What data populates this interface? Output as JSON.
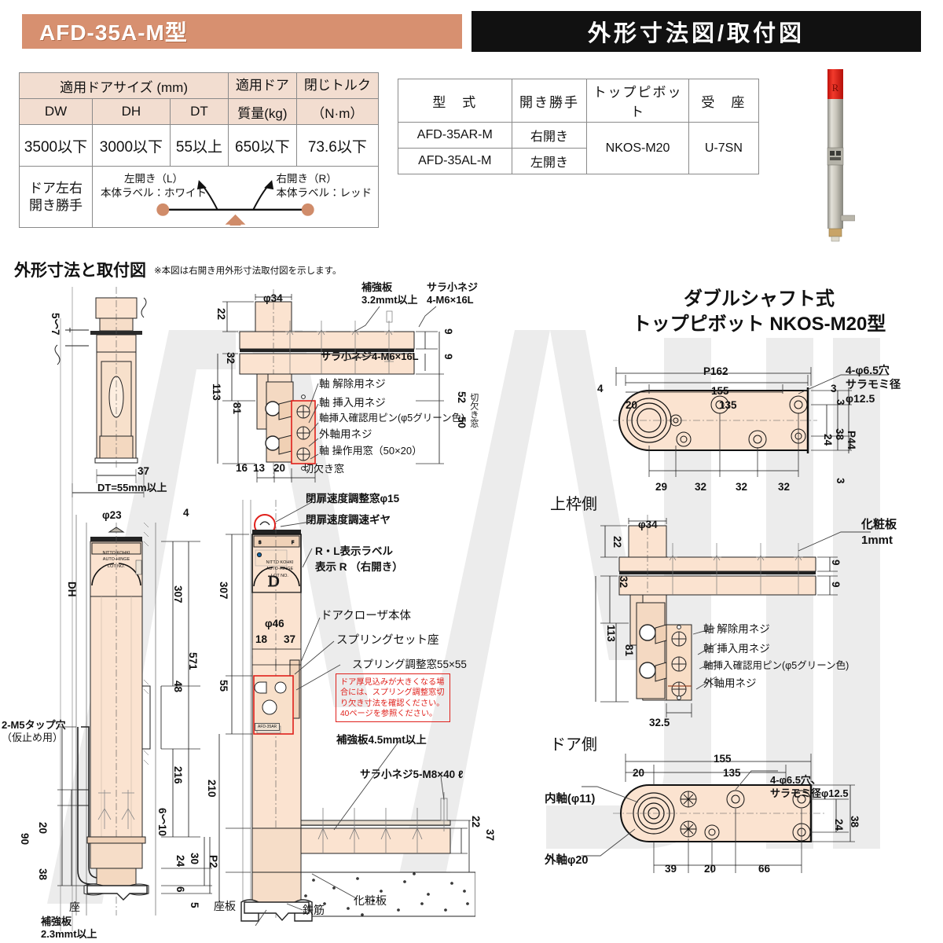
{
  "header": {
    "model_title": "AFD-35A-M型",
    "section_title": "外形寸法図/取付図"
  },
  "size_table": {
    "group_header": "適用ドアサイズ (mm)",
    "col_mass": "適用ドア\n質量(kg)",
    "col_mass_l1": "適用ドア",
    "col_mass_l2": "質量(kg)",
    "col_torque_l1": "閉じトルク",
    "col_torque_l2": "（N·m）",
    "sub_headers": [
      "DW",
      "DH",
      "DT"
    ],
    "values": [
      "3500以下",
      "3000以下",
      "55以上",
      "650以下",
      "73.6以下"
    ],
    "direction_label_l1": "ドア左右",
    "direction_label_l2": "開き勝手",
    "left_open_l1": "左開き（L）",
    "left_open_l2": "本体ラベル：ホワイト",
    "right_open_l1": "右開き（R）",
    "right_open_l2": "本体ラベル：レッド"
  },
  "model_table": {
    "headers": [
      "型　式",
      "開き勝手",
      "トップピボット",
      "受　座"
    ],
    "rows": [
      {
        "model": "AFD-35AR-M",
        "hand": "右開き"
      },
      {
        "model": "AFD-35AL-M",
        "hand": "左開き"
      }
    ],
    "top_pivot": "NKOS-M20",
    "seat": "U-7SN"
  },
  "drawing_section": {
    "title": "外形寸法と取付図",
    "note": "※本図は右開き用外形寸法取付図を示します。"
  },
  "pivot_section": {
    "title_l1": "ダブルシャフト式",
    "title_l2": "トップピボット NKOS-M20型"
  },
  "left_view": {
    "dim_5_7": "5～7",
    "dim_37": "37",
    "dim_dt": "DT=55mm以上",
    "dim_dh": "DH",
    "dim_phi23": "φ23",
    "dim_307": "307",
    "dim_571": "571",
    "dim_48": "48",
    "dim_216": "216",
    "dim_6_10": "6～10",
    "dim_24": "24",
    "dim_30": "30",
    "dim_6": "6",
    "dim_5": "5",
    "dim_90": "90",
    "dim_20": "20",
    "dim_38": "38",
    "label_tap_l1": "2-M5タップ穴",
    "label_tap_l2": "（仮止め用）",
    "label_za": "座",
    "label_plate_l1": "補強板",
    "label_plate_l2": "2.3mmt以上"
  },
  "center_view": {
    "dim_phi34": "φ34",
    "dim_22": "22",
    "dim_32": "32",
    "dim_113": "113",
    "dim_81": "81",
    "dim_9a": "9",
    "dim_9b": "9",
    "dim_52": "52",
    "dim_50": "50",
    "dim_16": "16",
    "dim_13": "13",
    "dim_20": "20",
    "dim_307": "307",
    "dim_55": "55",
    "dim_4": "4",
    "dim_phi46": "φ46",
    "dim_18": "18",
    "dim_37": "37",
    "dim_210": "210",
    "dim_p2": "P2",
    "dim_22b": "22",
    "dim_37b": "37",
    "label_reinforce_l1": "補強板",
    "label_reinforce_l2": "3.2mmt以上",
    "label_screw_top_l1": "サラ小ネジ",
    "label_screw_top_l2": "4-M6×16L",
    "label_screw_mid": "サラ小ネジ4-M6×16L",
    "label_shaft_release": "軸 解除用ネジ",
    "label_shaft_insert": "軸 挿入用ネジ",
    "label_confirm_pin": "軸挿入確認用ピン(φ5グリーン色)",
    "label_outer_shaft": "外軸用ネジ",
    "label_operate_window": "軸 操作用窓（50×20）",
    "label_notch_window": "切欠き窓",
    "label_notch_v": "切欠き窓",
    "label_speed_window": "閉扉速度調整窓φ15",
    "label_speed_gear": "閉扉速度調速ギヤ",
    "label_rl_l1": "R・L表示ラベル",
    "label_rl_l2": "表示 R （右開き）",
    "label_body": "ドアクローザ本体",
    "label_spring_seat": "スプリングセット座",
    "label_spring_window": "スプリング調整窓55×55",
    "label_reinforce45": "補強板4.5mmt以上",
    "label_screw_bottom": "サラ小ネジ5-M8×40 ℓ",
    "label_zaita": "座板",
    "label_rebar": "鉄筋",
    "label_facing": "化粧板",
    "warning_l1": "ドア厚見込みが大きくなる場",
    "warning_l2": "合には、スプリング調整窓切",
    "warning_l3": "り欠き寸法を確認ください。",
    "warning_l4": "40ページを参照ください。",
    "body_label_l1": "NITTO KOHKI",
    "body_label_l2": "AUTO-HINGE",
    "body_label_l3": "LOT NO.",
    "body_badge": "D",
    "spring_badge": "AFD-35AR"
  },
  "pivot_top_view": {
    "side_label": "上枠側",
    "dim_p162": "P162",
    "dim_155": "155",
    "dim_135": "135",
    "dim_4": "4",
    "dim_3": "3",
    "dim_20": "20",
    "dim_29": "29",
    "dim_32a": "32",
    "dim_32b": "32",
    "dim_32c": "32",
    "dim_24": "24",
    "dim_38": "38",
    "dim_p44": "P44",
    "dim_3a": "3",
    "dim_3b": "3",
    "label_holes_l1": "4-φ6.5穴",
    "label_holes_l2": "サラモミ径",
    "label_holes_l3": "φ12.5"
  },
  "pivot_side_view": {
    "dim_phi34": "φ34",
    "dim_22": "22",
    "dim_32": "32",
    "dim_113": "113",
    "dim_81": "81",
    "dim_9a": "9",
    "dim_9b": "9",
    "dim_32_5": "32.5",
    "label_facing_l1": "化粧板",
    "label_facing_l2": "1mmt",
    "label_shaft_release": "軸 解除用ネジ",
    "label_shaft_insert": "軸 挿入用ネジ",
    "label_confirm_pin": "軸挿入確認用ピン(φ5グリーン色)",
    "label_outer_shaft": "外軸用ネジ"
  },
  "pivot_door_view": {
    "side_label": "ドア側",
    "dim_155": "155",
    "dim_135": "135",
    "dim_20": "20",
    "dim_39": "39",
    "dim_20b": "20",
    "dim_66": "66",
    "dim_24": "24",
    "dim_38": "38",
    "label_inner_shaft": "内軸(φ11)",
    "label_outer_shaft": "外軸φ20",
    "label_holes_l1": "4-φ6.5穴、",
    "label_holes_l2": "サラモミ径φ12.5"
  },
  "photo": {
    "label_r": "R"
  },
  "colors": {
    "header_peach": "#d79070",
    "header_black": "#111111",
    "table_header_bg": "#f2ddd0",
    "part_fill": "#fbe3d0",
    "accent_red": "#e0201b",
    "line": "#222222"
  }
}
